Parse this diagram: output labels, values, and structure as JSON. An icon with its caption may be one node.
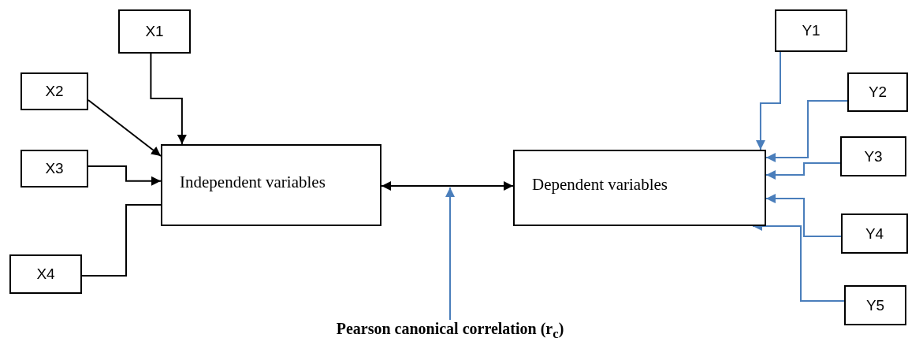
{
  "diagram": {
    "nodes": [
      {
        "text": [
          "X1"
        ]
      },
      {
        "text": [
          "X2"
        ]
      },
      {
        "text": [
          "X3"
        ]
      },
      {
        "text": [
          "X4"
        ]
      },
      {
        "text": [
          "Independent variables"
        ]
      },
      {
        "text": [
          "Dependent variables"
        ]
      },
      {
        "text": [
          "Y1"
        ]
      },
      {
        "text": [
          "Y2"
        ]
      },
      {
        "text": [
          "Y3"
        ]
      },
      {
        "text": [
          "Y4"
        ]
      },
      {
        "text": [
          "Y5"
        ]
      },
      {
        "text": [
          "Pearson canonical correlation (r$_{c}$)"
        ]
      }
    ],
    "edges": [
      {
        "from": 0,
        "to": 4,
        "arrow": "to",
        "color": "#000000"
      },
      {
        "from": 1,
        "to": 4,
        "arrow": "to",
        "color": "#000000"
      },
      {
        "from": 2,
        "to": 4,
        "arrow": "to",
        "color": "#000000"
      },
      {
        "from": 3,
        "to": 4,
        "arrow": "none",
        "color": "#000000"
      },
      {
        "from": 4,
        "to": 5,
        "arrow": "both",
        "color": "#000000"
      },
      {
        "from": 6,
        "to": 5,
        "arrow": "to",
        "color": "#4a7ebb"
      },
      {
        "from": 7,
        "to": 5,
        "arrow": "to",
        "color": "#4a7ebb"
      },
      {
        "from": 8,
        "to": 5,
        "arrow": "to",
        "color": "#4a7ebb"
      },
      {
        "from": 9,
        "to": 5,
        "arrow": "to",
        "color": "#4a7ebb"
      },
      {
        "from": 10,
        "to": 5,
        "arrow": "to",
        "color": "#4a7ebb"
      },
      {
        "from": 11,
        "to": null,
        "arrow": "to",
        "color": "#4a7ebb"
      }
    ]
  }
}
